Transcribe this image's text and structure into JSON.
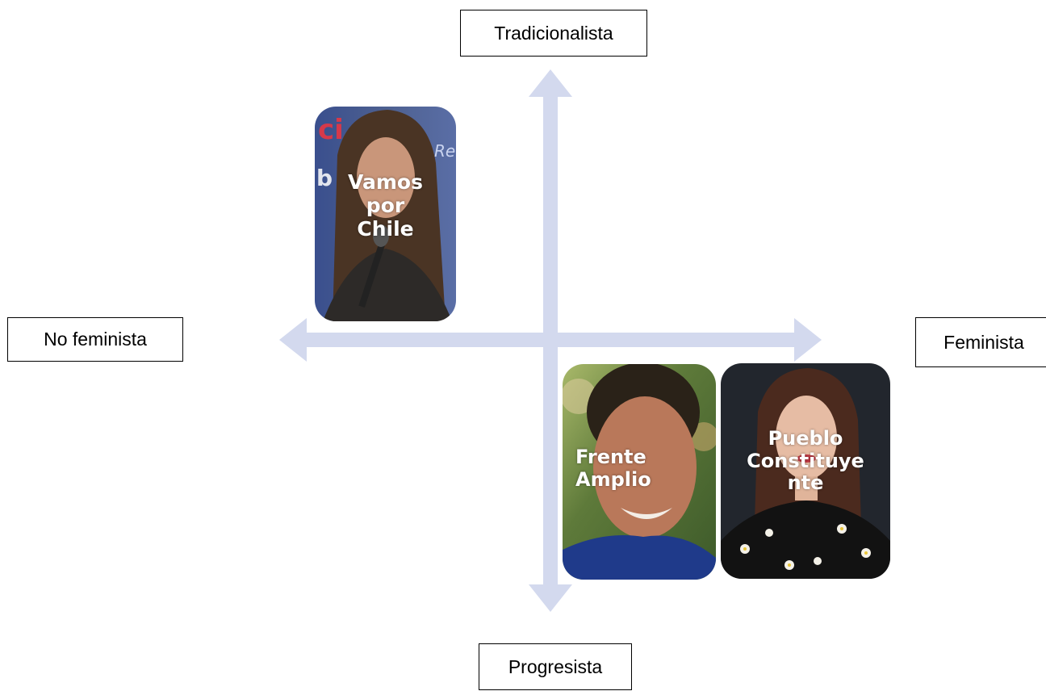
{
  "axes": {
    "top": "Tradicionalista",
    "bottom": "Progresista",
    "left": "No feminista",
    "right": "Feminista",
    "arrow_color": "#d3d9ee"
  },
  "cards": [
    {
      "label": "Vamos\npor\nChile",
      "photo": "woman-portrait-with-microphone"
    },
    {
      "label": "Frente\nAmplio",
      "photo": "woman-portrait-smiling-outdoors"
    },
    {
      "label": "Pueblo\nConstituye\nnte",
      "photo": "woman-portrait-floral-blouse"
    }
  ]
}
